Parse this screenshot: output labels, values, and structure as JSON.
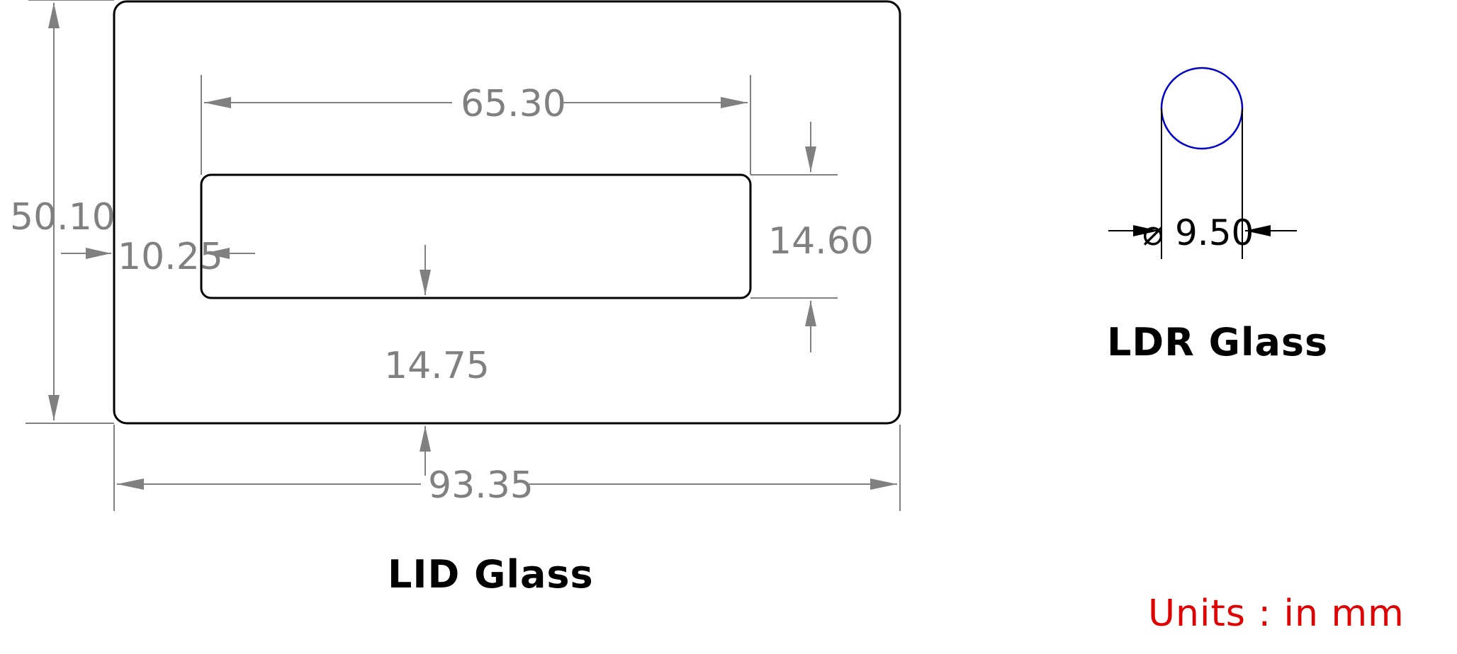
{
  "lid": {
    "label": "LID Glass",
    "dim_overall_width": "93.35",
    "dim_overall_height": "50.10",
    "dim_window_width": "65.30",
    "dim_window_height": "14.60",
    "dim_left_offset": "10.25",
    "dim_bottom_offset": "14.75"
  },
  "ldr": {
    "label": "LDR Glass",
    "diameter_symbol": "⌀",
    "dim_diameter": "9.50"
  },
  "units_note": "Units : in mm",
  "colors": {
    "outline": "#000000",
    "dimension": "#808080",
    "circle": "#0000cc",
    "units_note": "#e00000"
  }
}
